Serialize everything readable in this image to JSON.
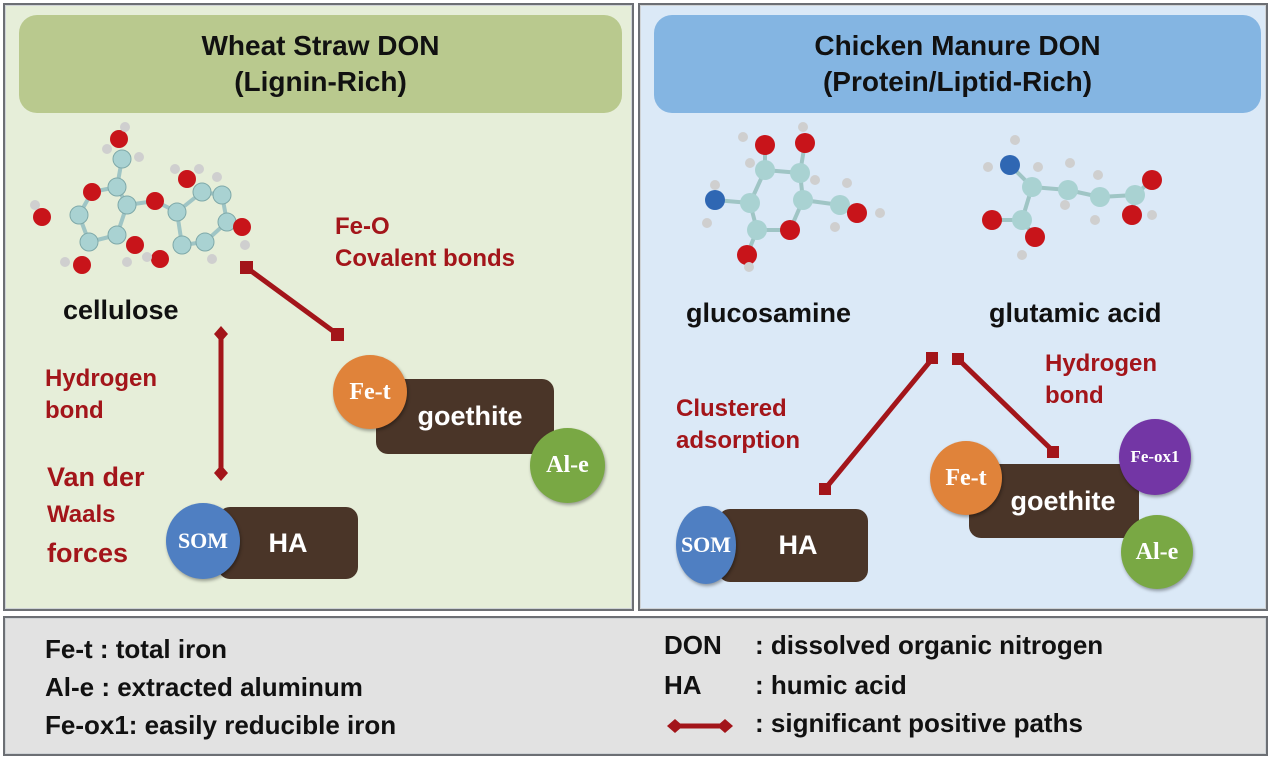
{
  "left_panel": {
    "title_line1": "Wheat Straw DON",
    "title_line2": "(Lignin-Rich)",
    "bg_color": "#e6eed9",
    "header_color": "#b9c98e",
    "molecule": "cellulose",
    "covalent_label_line1": "Fe-O",
    "covalent_label_line2": "Covalent bonds",
    "hbond_label_line1": "Hydrogen",
    "hbond_label_line2": "bond",
    "vdw_label_line1": "Van der",
    "vdw_label_line2": "Waals",
    "vdw_label_line3": "forces",
    "goethite": {
      "label": "goethite",
      "badges": [
        "Fe-t",
        "Al-e"
      ]
    },
    "ha": {
      "label": "HA",
      "badge": "SOM"
    }
  },
  "right_panel": {
    "title_line1": "Chicken Manure DON",
    "title_line2": "(Protein/Liptid-Rich)",
    "bg_color": "#dbe9f7",
    "header_color": "#84b5e2",
    "molecule_1": "glucosamine",
    "molecule_2": "glutamic acid",
    "clustered_label_line1": "Clustered",
    "clustered_label_line2": "adsorption",
    "hbond_label_line1": "Hydrogen",
    "hbond_label_line2": "bond",
    "goethite": {
      "label": "goethite",
      "badges": [
        "Fe-t",
        "Fe-ox1",
        "Al-e"
      ]
    },
    "ha": {
      "label": "HA",
      "badge": "SOM"
    }
  },
  "legend": {
    "left": [
      "Fe-t : total iron",
      "Al-e : extracted aluminum",
      "Fe-ox1: easily reducible iron"
    ],
    "right": [
      {
        "key": "DON",
        "text": ": dissolved organic nitrogen"
      },
      {
        "key": "HA",
        "text": ": humic acid"
      },
      {
        "key": "arrow-icon",
        "text": ": significant positive paths"
      }
    ]
  },
  "colors": {
    "path_red": "#a3151a",
    "goethite_box": "#4a3528",
    "fe_t": "#e0833a",
    "al_e": "#79a844",
    "som": "#4f7fc2",
    "fe_ox1": "#7336a5",
    "oxygen": "#c8141a",
    "carbon": "#a9d2d2",
    "hydrogen": "#c9c9c9",
    "nitrogen": "#2f67b3"
  }
}
